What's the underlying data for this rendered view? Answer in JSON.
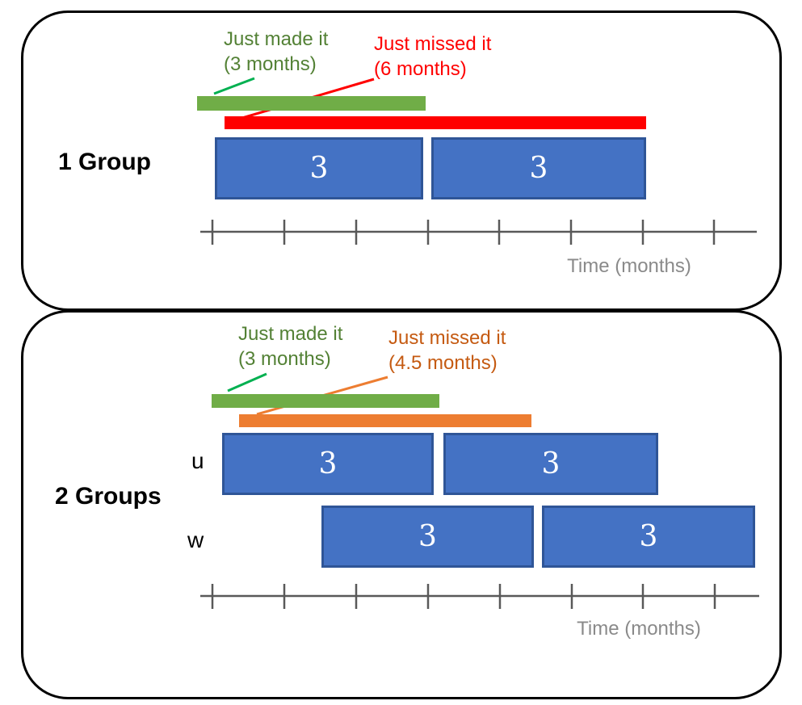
{
  "colors": {
    "blue_fill": "#4472C4",
    "blue_border": "#2F5597",
    "green_bar": "#70AD47",
    "green_text": "#538135",
    "green_leader": "#00B050",
    "red": "#FF0000",
    "orange_bar": "#ED7D31",
    "orange_text": "#C55A11",
    "axis": "#595959",
    "axis_label": "#8A8A8A"
  },
  "panel1": {
    "title": "1 Group",
    "made_label": {
      "line1": "Just made it",
      "line2": "(3 months)",
      "months": 3
    },
    "missed_label": {
      "line1": "Just missed it",
      "line2": "(6 months)",
      "months": 6
    },
    "boxes": [
      "3",
      "3"
    ],
    "axis_label": "Time (months)",
    "axis_tick_count": 8
  },
  "panel2": {
    "title": "2 Groups",
    "made_label": {
      "line1": "Just made it",
      "line2": "(3 months)",
      "months": 3
    },
    "missed_label": {
      "line1": "Just missed it",
      "line2": "(4.5 months)",
      "months": 4.5
    },
    "rows": [
      {
        "label": "u",
        "boxes": [
          "3",
          "3"
        ]
      },
      {
        "label": "w",
        "boxes": [
          "3",
          "3"
        ]
      }
    ],
    "axis_label": "Time (months)",
    "axis_tick_count": 8
  }
}
